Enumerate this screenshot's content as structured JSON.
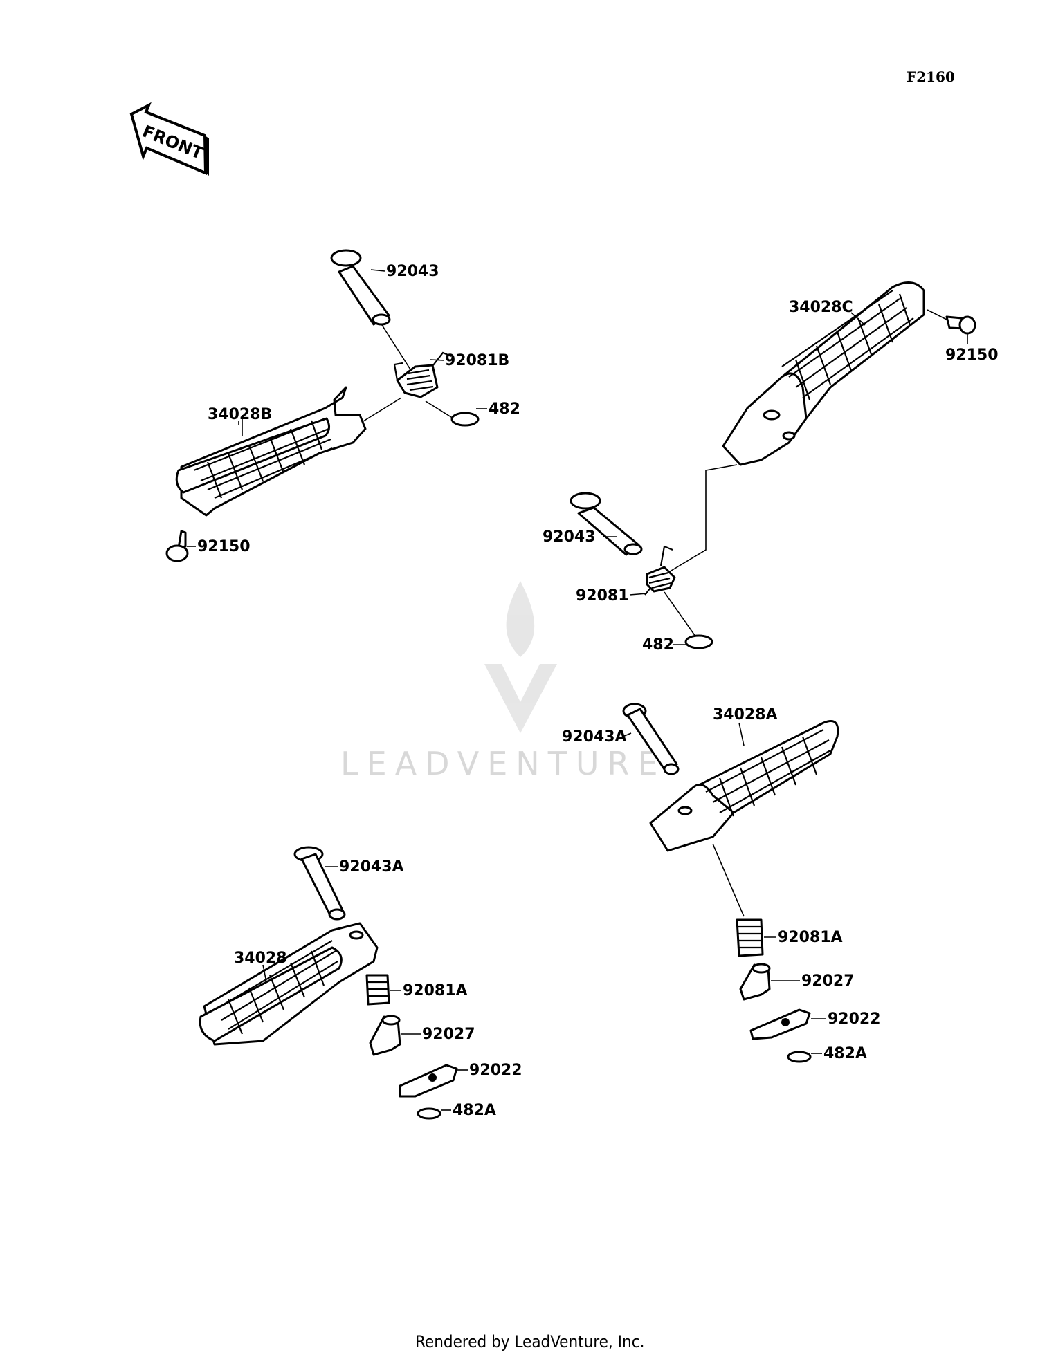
{
  "figure_code": "F2160",
  "front_arrow_label": "FRONT",
  "watermark": "LEADVENTURE",
  "footer": "Rendered by LeadVenture, Inc.",
  "callouts": {
    "top_left": {
      "pin": "92043",
      "spring": "92081B",
      "clip": "482",
      "footpeg": "34028B",
      "bolt": "92150"
    },
    "top_right": {
      "footpeg": "34028C",
      "bolt": "92150",
      "pin": "92043",
      "spring": "92081",
      "clip": "482"
    },
    "bottom_left": {
      "pin": "92043A",
      "footpeg": "34028",
      "spring": "92081A",
      "detent": "92027",
      "plate": "92022",
      "clip": "482A"
    },
    "bottom_right": {
      "pin": "92043A",
      "footpeg": "34028A",
      "spring": "92081A",
      "detent": "92027",
      "plate": "92022",
      "clip": "482A"
    }
  }
}
